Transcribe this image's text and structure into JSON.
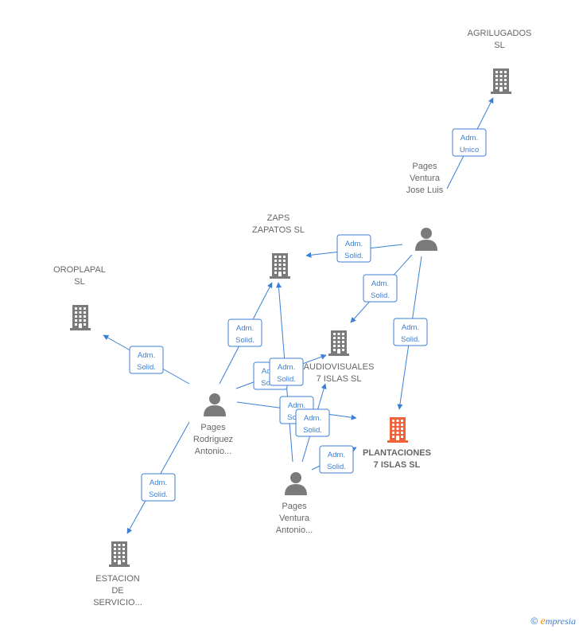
{
  "colors": {
    "edge": "#3b7fd4",
    "company": "#7a7a7a",
    "person": "#7a7a7a",
    "target_company": "#f0623a"
  },
  "nodes": [
    {
      "id": "agrilugados",
      "type": "company",
      "label": [
        "AGRILUGADOS",
        "SL"
      ]
    },
    {
      "id": "pages_ventura_jose_luis",
      "type": "person",
      "label": [
        "Pages",
        "Ventura",
        "Jose Luis"
      ]
    },
    {
      "id": "zaps_zapatos",
      "type": "company",
      "label": [
        "ZAPS",
        "ZAPATOS SL"
      ]
    },
    {
      "id": "oroplapal",
      "type": "company",
      "label": [
        "OROPLAPAL",
        "SL"
      ]
    },
    {
      "id": "audiovisuales",
      "type": "company",
      "label": [
        "AUDIOVISUALES",
        "7 ISLAS SL"
      ]
    },
    {
      "id": "plantaciones",
      "type": "company",
      "target": true,
      "label": [
        "PLANTACIONES",
        "7 ISLAS  SL"
      ]
    },
    {
      "id": "pages_rodriguez_antonio",
      "type": "person",
      "label": [
        "Pages",
        "Rodriguez",
        "Antonio..."
      ]
    },
    {
      "id": "pages_ventura_antonio",
      "type": "person",
      "label": [
        "Pages",
        "Ventura",
        "Antonio..."
      ]
    },
    {
      "id": "estacion",
      "type": "company",
      "label": [
        "ESTACION",
        "DE",
        "SERVICIO..."
      ]
    }
  ],
  "edges": [
    {
      "from": "pages_ventura_jose_luis",
      "to": "agrilugados",
      "label": [
        "Adm.",
        "Unico"
      ]
    },
    {
      "from": "pages_ventura_jose_luis",
      "to": "zaps_zapatos",
      "label": [
        "Adm.",
        "Solid."
      ]
    },
    {
      "from": "pages_ventura_jose_luis",
      "to": "audiovisuales",
      "label": [
        "Adm.",
        "Solid."
      ]
    },
    {
      "from": "pages_ventura_jose_luis",
      "to": "plantaciones",
      "label": [
        "Adm.",
        "Solid."
      ]
    },
    {
      "from": "pages_rodriguez_antonio",
      "to": "oroplapal",
      "label": [
        "Adm.",
        "Solid."
      ]
    },
    {
      "from": "pages_rodriguez_antonio",
      "to": "zaps_zapatos",
      "label": [
        "Adm.",
        "Solid."
      ]
    },
    {
      "from": "pages_rodriguez_antonio",
      "to": "audiovisuales",
      "label": [
        "Adm.",
        "Solid."
      ]
    },
    {
      "from": "pages_rodriguez_antonio",
      "to": "plantaciones",
      "label": [
        "Adm.",
        "Solid."
      ]
    },
    {
      "from": "pages_rodriguez_antonio",
      "to": "estacion",
      "label": [
        "Adm.",
        "Solid."
      ]
    },
    {
      "from": "pages_ventura_antonio",
      "to": "zaps_zapatos",
      "label": [
        "Adm.",
        "Solid."
      ]
    },
    {
      "from": "pages_ventura_antonio",
      "to": "audiovisuales",
      "label": [
        "Adm.",
        "Solid."
      ]
    },
    {
      "from": "pages_ventura_antonio",
      "to": "plantaciones",
      "label": [
        "Adm.",
        "Solid."
      ]
    }
  ],
  "footer": {
    "copyright_symbol": "©",
    "brand_initial": "e",
    "brand_rest": "mpresia"
  }
}
